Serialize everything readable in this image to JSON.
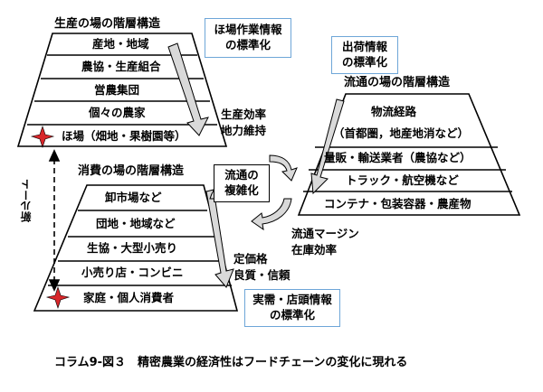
{
  "production": {
    "title": "生産の場の階層構造",
    "tiers": [
      "産地・地域",
      "農協・生産組合",
      "営農集団",
      "個々の農家",
      "ほ場（畑地・果樹園等）"
    ],
    "info_box": [
      "ほ場作業情報",
      "の標準化"
    ]
  },
  "distribution": {
    "title": "流通の場の階層構造",
    "info_box": [
      "出荷情報",
      "の標準化"
    ],
    "tiers": [
      "物流経路",
      "（首都圏，地産地消など）",
      "量販・輸送業者（農協など）",
      "トラック・航空機など",
      "コンテナ・包装容器・農産物"
    ]
  },
  "consumption": {
    "title": "消費の場の階層構造",
    "tiers": [
      "卸市場など",
      "団地・地域など",
      "生協・大型小売り",
      "小売り店・コンビニ",
      "家庭・個人消費者"
    ],
    "info_box": [
      "実需・店頭情報",
      "の標準化"
    ]
  },
  "center_box": [
    "流通の",
    "複雑化"
  ],
  "notes": {
    "production_efficiency": [
      "生産効率",
      "地力維持"
    ],
    "distribution_margin": [
      "流通マージン",
      "在庫効率"
    ],
    "pricing": [
      "定価格",
      "良質・信頼"
    ],
    "new_route": "新ルート"
  },
  "caption": "コラム9-図３　精密農業の経済性はフードチェーンの変化に現れる",
  "colors": {
    "info_border": "#6ea6d8",
    "star": "#d8262a"
  }
}
